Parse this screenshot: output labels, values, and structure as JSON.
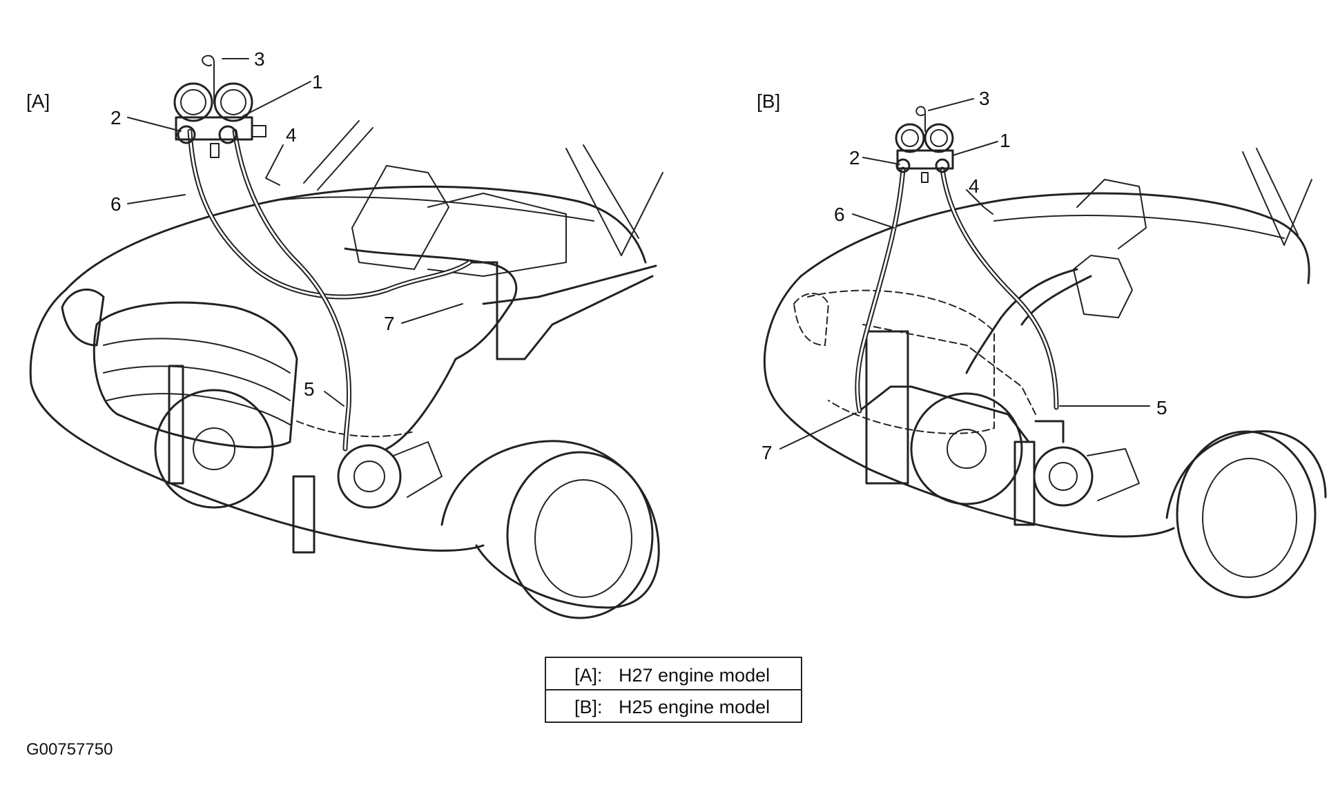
{
  "panels": [
    {
      "id": "A",
      "label": "[A]",
      "callouts": [
        "1",
        "2",
        "3",
        "4",
        "5",
        "6",
        "7"
      ]
    },
    {
      "id": "B",
      "label": "[B]",
      "callouts": [
        "1",
        "2",
        "3",
        "4",
        "5",
        "6",
        "7"
      ]
    }
  ],
  "legend": [
    {
      "key": "[A]:",
      "text": "H27 engine model"
    },
    {
      "key": "[B]:",
      "text": "H25 engine model"
    }
  ],
  "figure_code": "G00757750"
}
